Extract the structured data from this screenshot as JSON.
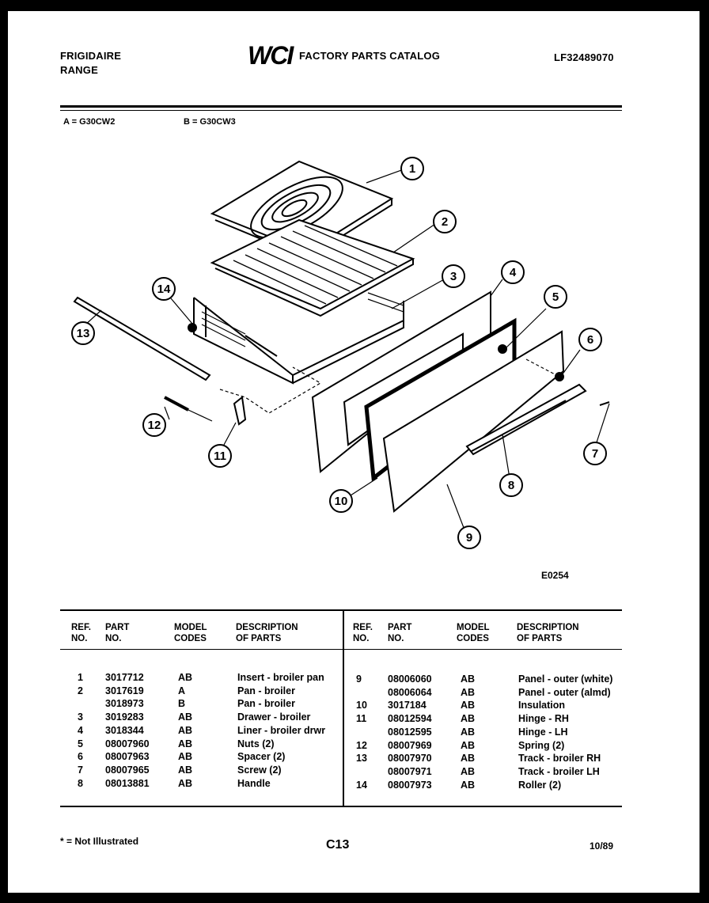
{
  "header": {
    "brand_line1": "FRIGIDAIRE",
    "brand_line2": "RANGE",
    "logo_text": "WCI",
    "catalog_title": "FACTORY PARTS CATALOG",
    "catalog_number": "LF32489070"
  },
  "models": {
    "a": "A = G30CW2",
    "b": "B = G30CW3"
  },
  "diagram": {
    "figure_code": "E0254",
    "callouts": [
      "1",
      "2",
      "3",
      "4",
      "5",
      "6",
      "7",
      "8",
      "9",
      "10",
      "11",
      "12",
      "13",
      "14"
    ]
  },
  "table": {
    "headers": {
      "ref": [
        "REF.",
        "NO."
      ],
      "part": [
        "PART",
        "NO."
      ],
      "model": [
        "MODEL",
        "CODES"
      ],
      "desc": [
        "DESCRIPTION",
        "OF PARTS"
      ]
    },
    "left_rows": [
      {
        "ref": "1",
        "part": "3017712",
        "codes": "AB",
        "desc": "Insert - broiler pan"
      },
      {
        "ref": "2",
        "part": "3017619",
        "codes": "A",
        "desc": "Pan - broiler"
      },
      {
        "ref": "",
        "part": "3018973",
        "codes": "B",
        "desc": "Pan - broiler"
      },
      {
        "ref": "3",
        "part": "3019283",
        "codes": "AB",
        "desc": "Drawer - broiler"
      },
      {
        "ref": "4",
        "part": "3018344",
        "codes": "AB",
        "desc": "Liner - broiler drwr"
      },
      {
        "ref": "5",
        "part": "08007960",
        "codes": "AB",
        "desc": "Nuts (2)"
      },
      {
        "ref": "6",
        "part": "08007963",
        "codes": "AB",
        "desc": "Spacer (2)"
      },
      {
        "ref": "7",
        "part": "08007965",
        "codes": "AB",
        "desc": "Screw (2)"
      },
      {
        "ref": "8",
        "part": "08013881",
        "codes": "AB",
        "desc": "Handle"
      }
    ],
    "right_rows": [
      {
        "ref": "9",
        "part": "08006060",
        "codes": "AB",
        "desc": "Panel - outer (white)"
      },
      {
        "ref": "",
        "part": "08006064",
        "codes": "AB",
        "desc": "Panel - outer (almd)"
      },
      {
        "ref": "10",
        "part": "3017184",
        "codes": "AB",
        "desc": "Insulation"
      },
      {
        "ref": "11",
        "part": "08012594",
        "codes": "AB",
        "desc": "Hinge - RH"
      },
      {
        "ref": "",
        "part": "08012595",
        "codes": "AB",
        "desc": "Hinge - LH"
      },
      {
        "ref": "12",
        "part": "08007969",
        "codes": "AB",
        "desc": "Spring (2)"
      },
      {
        "ref": "13",
        "part": "08007970",
        "codes": "AB",
        "desc": "Track - broiler RH"
      },
      {
        "ref": "",
        "part": "08007971",
        "codes": "AB",
        "desc": "Track - broiler LH"
      },
      {
        "ref": "14",
        "part": "08007973",
        "codes": "AB",
        "desc": "Roller (2)"
      }
    ]
  },
  "footer": {
    "note": "* = Not Illustrated",
    "page_code": "C13",
    "date": "10/89"
  }
}
